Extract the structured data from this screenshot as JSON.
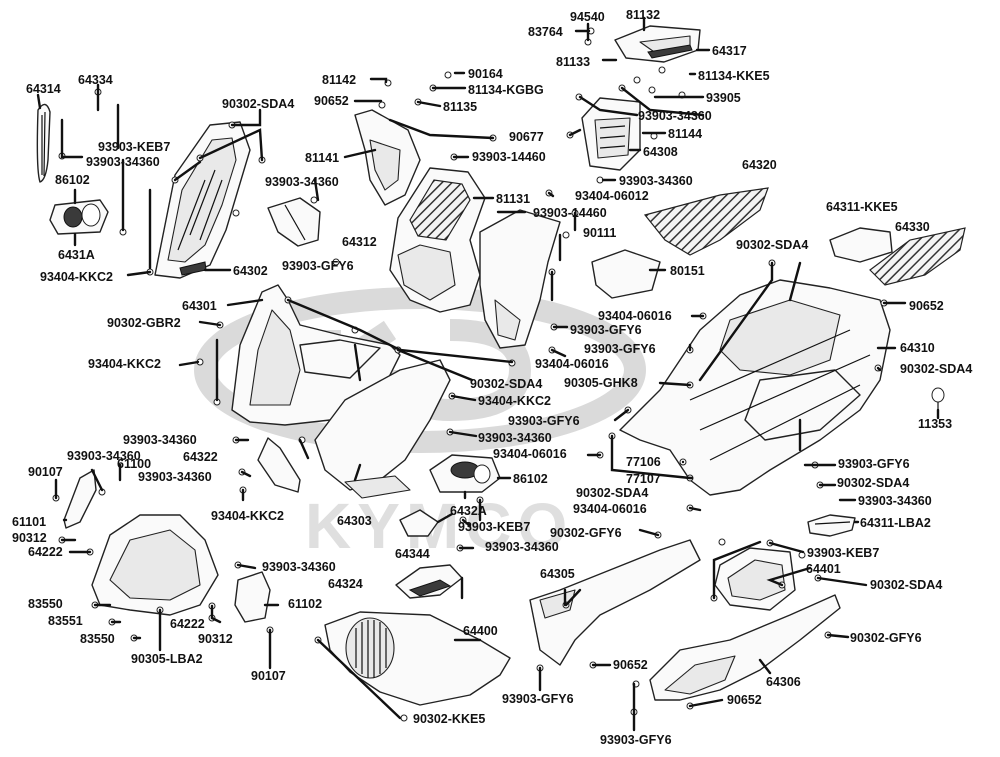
{
  "watermark": {
    "brand": "KYMCO"
  },
  "part_labels": {
    "p83764": "83764",
    "p94540": "94540",
    "p81132": "81132",
    "p64317": "64317",
    "p81133": "81133",
    "p81134_kke5": "81134-KKE5",
    "p81142": "81142",
    "p90164": "90164",
    "p81134_kgbg": "81134-KGBG",
    "p90652_a": "90652",
    "p81135": "81135",
    "p93905": "93905",
    "p93903_34360_a": "93903-34360",
    "p90677": "90677",
    "p81144": "81144",
    "p64308": "64308",
    "p64314": "64314",
    "p64334": "64334",
    "p90302_sda4_a": "90302-SDA4",
    "p93903_keb7_a": "93903-KEB7",
    "p93903_34360_b": "93903-34360",
    "p81141": "81141",
    "p93903_14460_a": "93903-14460",
    "p93903_34360_c": "93903-34360",
    "p93903_34360_d": "93903-34360",
    "p93404_06012": "93404-06012",
    "p64320": "64320",
    "p86102_a": "86102",
    "p81131": "81131",
    "p93903_14460_b": "93903-14460",
    "p64311_kke5": "64311-KKE5",
    "p64330": "64330",
    "p6431a": "6431A",
    "p64312": "64312",
    "p90111": "90111",
    "p90302_sda4_b": "90302-SDA4",
    "p93404_kkc2_a": "93404-KKC2",
    "p64302": "64302",
    "p93903_gfy6_a": "93903-GFY6",
    "p80151": "80151",
    "p64301": "64301",
    "p90652_b": "90652",
    "p90302_gbr2": "90302-GBR2",
    "p93404_06016_a": "93404-06016",
    "p93903_gfy6_b": "93903-GFY6",
    "p64310": "64310",
    "p93903_gfy6_c": "93903-GFY6",
    "p93404_kkc2_b": "93404-KKC2",
    "p93404_06016_b": "93404-06016",
    "p90302_sda4_c": "90302-SDA4",
    "p90302_sda4_d": "90302-SDA4",
    "p90305_ghk8": "90305-GHK8",
    "p93404_kkc2_c": "93404-KKC2",
    "p11353": "11353",
    "p93903_gfy6_d": "93903-GFY6",
    "p93903_34360_e": "93903-34360",
    "p93903_34360_f": "93903-34360",
    "p93404_06016_c": "93404-06016",
    "p64322": "64322",
    "p77106": "77106",
    "p90107_a": "90107",
    "p93903_34360_g": "93903-34360",
    "p93903_gfy6_e": "93903-GFY6",
    "p61100": "61100",
    "p93903_34360_h": "93903-34360",
    "p86102_b": "86102",
    "p77107": "77107",
    "p90302_sda4_e": "90302-SDA4",
    "p90302_sda4_f": "90302-SDA4",
    "p93404_kkc2_d": "93404-KKC2",
    "p64303": "64303",
    "p6432a": "6432A",
    "p93404_06016_d": "93404-06016",
    "p93903_34360_i": "93903-34360",
    "p61101": "61101",
    "p93903_keb7_b": "93903-KEB7",
    "p64311_lba2": "64311-LBA2",
    "p90312_a": "90312",
    "p90302_gfy6_a": "90302-GFY6",
    "p64222_a": "64222",
    "p64344": "64344",
    "p93903_34360_j": "93903-34360",
    "p93903_keb7_c": "93903-KEB7",
    "p93903_34360_k": "93903-34360",
    "p64324": "64324",
    "p64305": "64305",
    "p64401": "64401",
    "p90302_sda4_g": "90302-SDA4",
    "p83550_a": "83550",
    "p61102": "61102",
    "p83551": "83551",
    "p64222_b": "64222",
    "p64400": "64400",
    "p90302_gfy6_b": "90302-GFY6",
    "p83550_b": "83550",
    "p90312_b": "90312",
    "p90652_c": "90652",
    "p90305_lba2": "90305-LBA2",
    "p64306": "64306",
    "p90107_b": "90107",
    "p93903_gfy6_f": "93903-GFY6",
    "p90652_d": "90652",
    "p90302_kke5": "90302-KKE5",
    "p93903_gfy6_g": "93903-GFY6"
  }
}
